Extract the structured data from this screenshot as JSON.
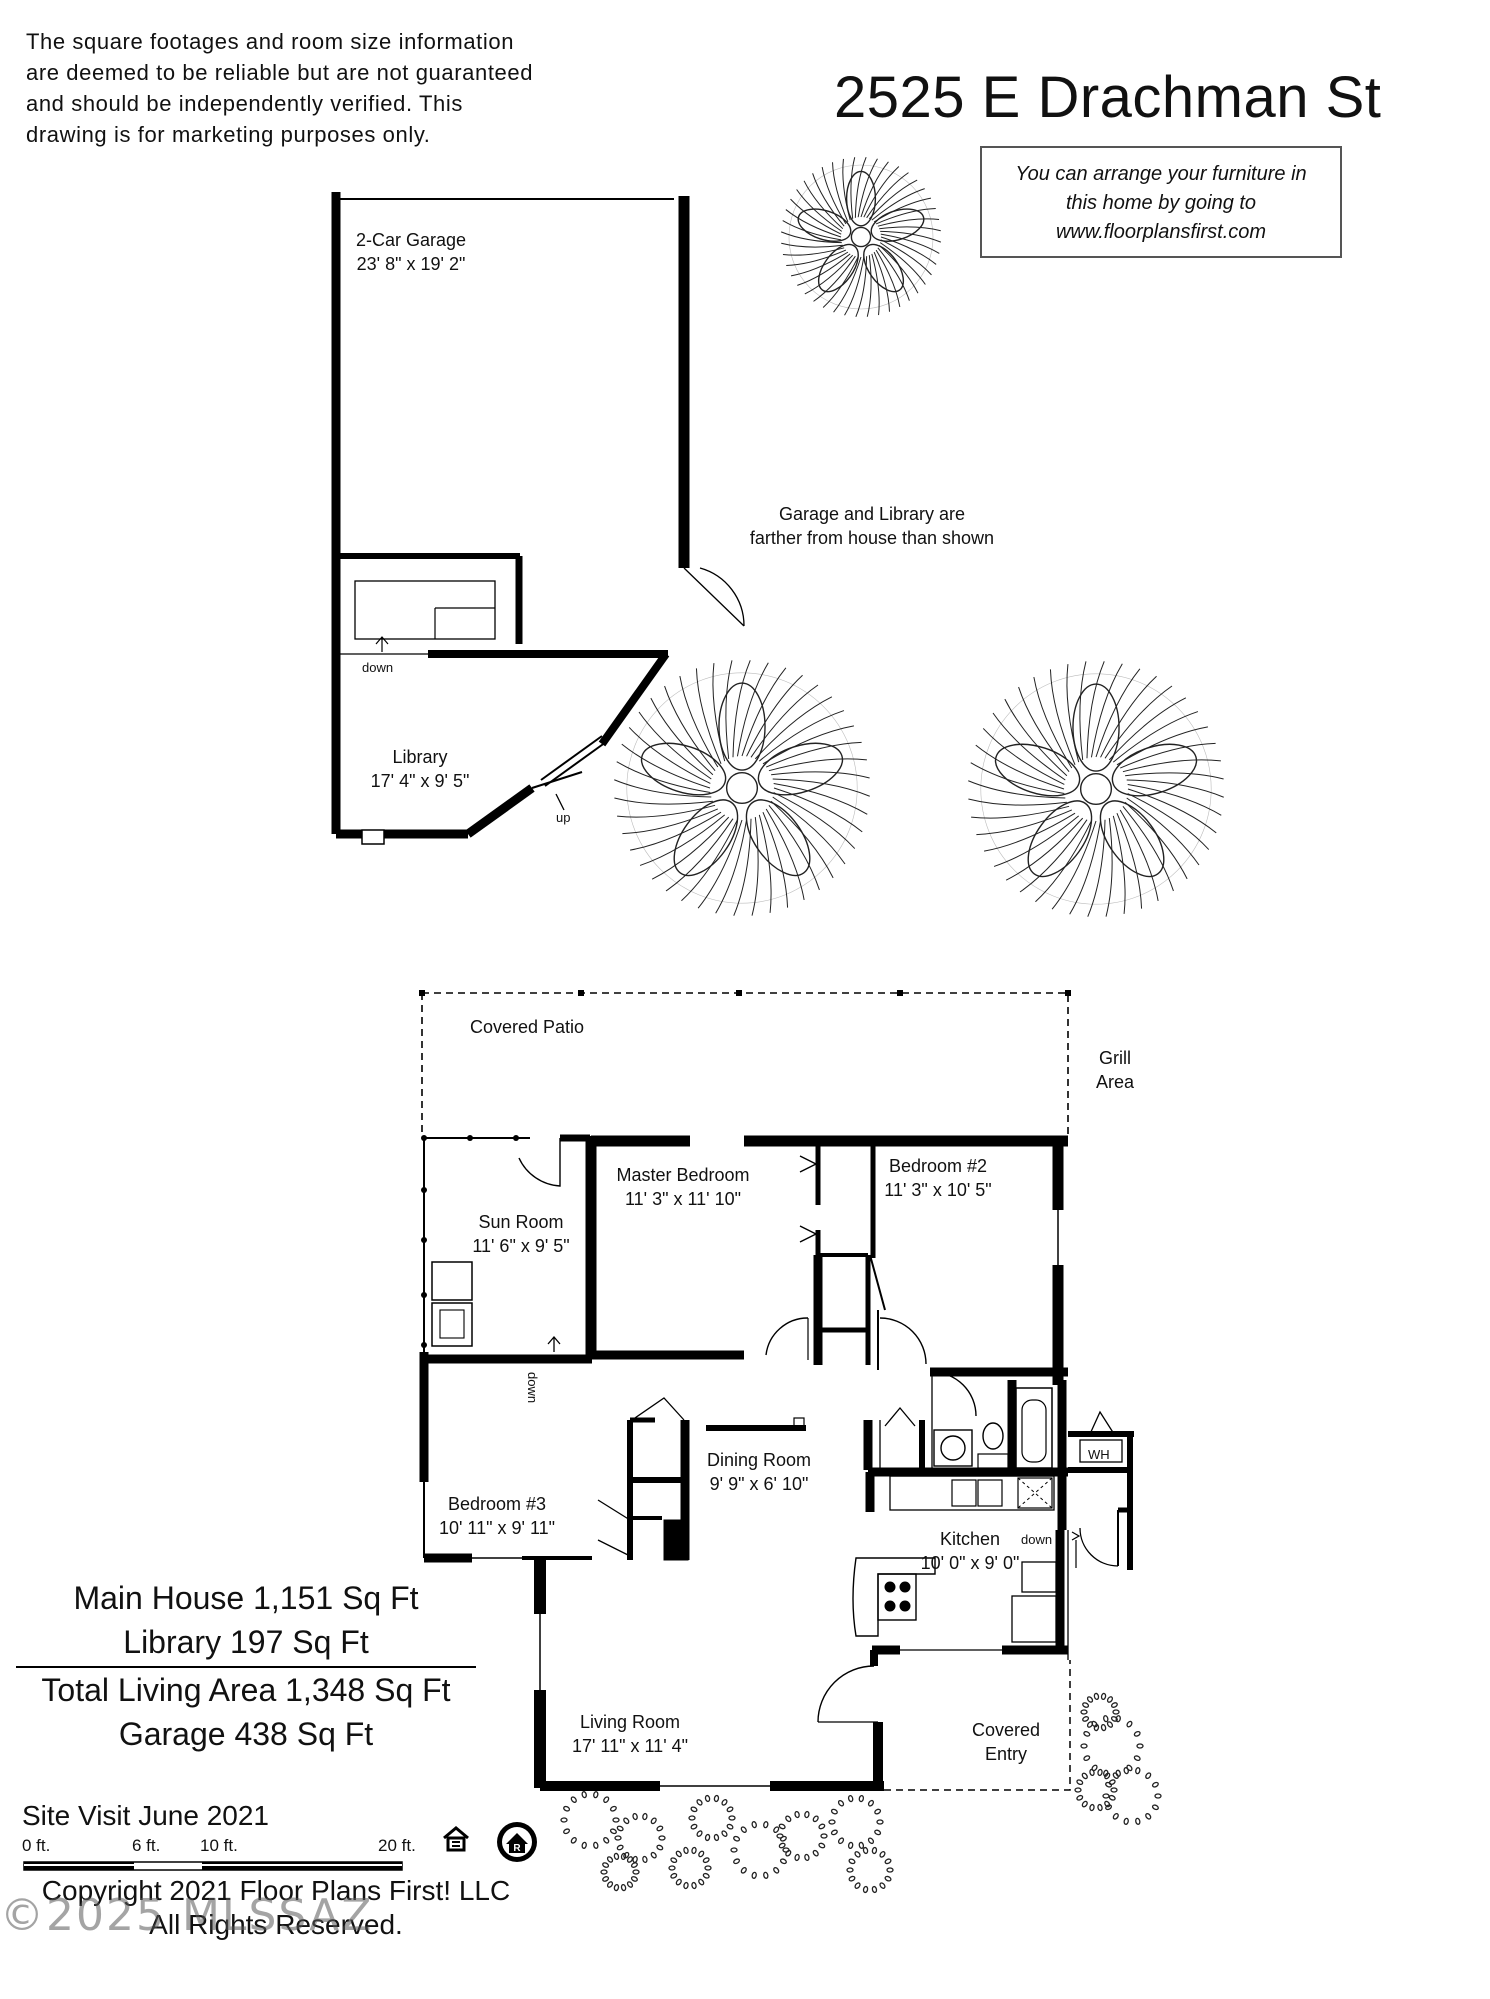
{
  "disclaimer": {
    "line1": "The square footages and room size information",
    "line2": "are deemed to be reliable but are not guaranteed",
    "line3": "and should be independently verified. This",
    "line4": "drawing is for marketing purposes only."
  },
  "address": "2525 E Drachman St",
  "promo": {
    "line1": "You can arrange your furniture in",
    "line2": "this home by going to",
    "line3": "www.floorplansfirst.com"
  },
  "note": {
    "line1": "Garage and Library are",
    "line2": "farther from house than shown"
  },
  "rooms": {
    "garage": {
      "name": "2-Car Garage",
      "size": "23' 8\" x 19' 2\""
    },
    "library": {
      "name": "Library",
      "size": "17' 4\" x 9' 5\""
    },
    "covered_patio": {
      "name": "Covered Patio"
    },
    "grill_area": {
      "line1": "Grill",
      "line2": "Area"
    },
    "sun_room": {
      "name": "Sun Room",
      "size": "11' 6\" x 9' 5\""
    },
    "master_bedroom": {
      "name": "Master Bedroom",
      "size": "11' 3\" x 11' 10\""
    },
    "bedroom2": {
      "name": "Bedroom #2",
      "size": "11' 3\" x 10' 5\""
    },
    "bedroom3": {
      "name": "Bedroom #3",
      "size": "10' 11\" x 9' 11\""
    },
    "dining_room": {
      "name": "Dining Room",
      "size": "9' 9\" x 6' 10\""
    },
    "kitchen": {
      "name": "Kitchen",
      "size": "10' 0\" x 9' 0\""
    },
    "living_room": {
      "name": "Living Room",
      "size": "17' 11\" x 11' 4\""
    },
    "covered_entry": {
      "line1": "Covered",
      "line2": "Entry"
    }
  },
  "stair_labels": {
    "down": "down",
    "up": "up"
  },
  "water_heater": "WH",
  "summary": {
    "main_house": "Main House 1,151 Sq Ft",
    "library": "Library 197 Sq Ft",
    "total": "Total Living Area 1,348 Sq Ft",
    "garage": "Garage  438 Sq Ft"
  },
  "site_visit": "Site Visit June 2021",
  "scale": {
    "t0": "0 ft.",
    "t6": "6 ft.",
    "t10": "10 ft.",
    "t20": "20 ft."
  },
  "copyright": {
    "line1": "Copyright 2021 Floor Plans First! LLC",
    "line2": "All Rights Reserved."
  },
  "watermark": "©2025 MLSSAZ",
  "icons": [
    "equal-housing-icon",
    "realtor-icon",
    "tree-icon",
    "shrub-icon"
  ]
}
